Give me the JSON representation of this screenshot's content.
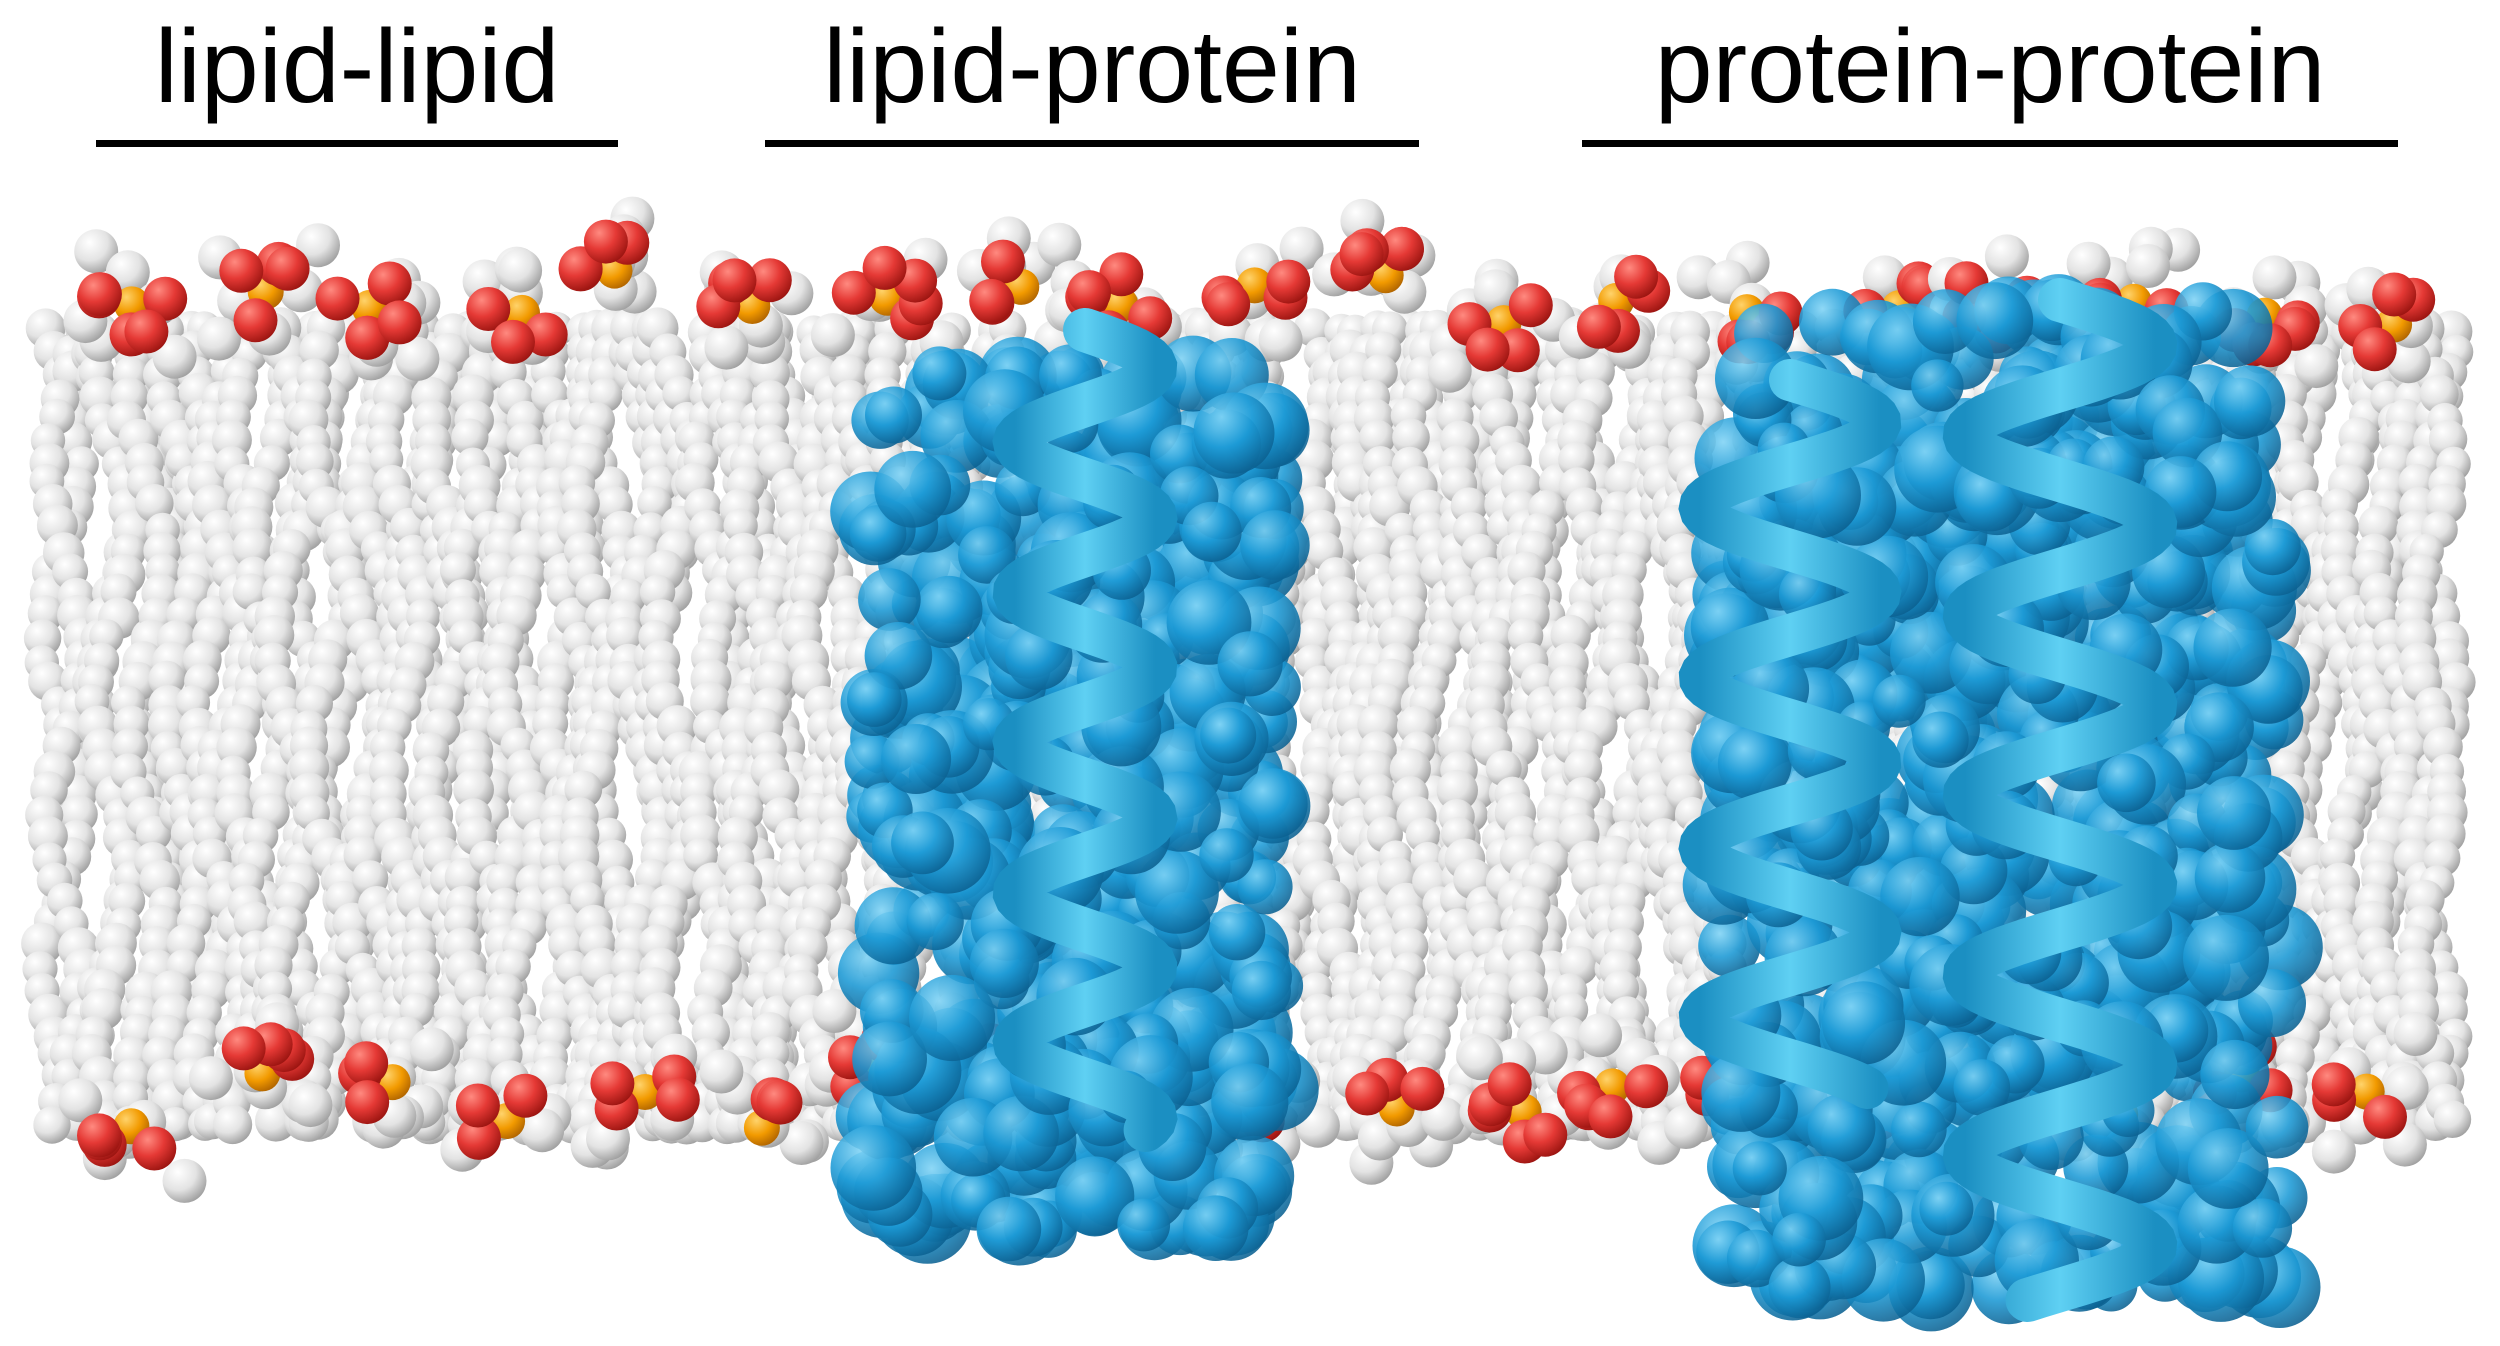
{
  "labels": {
    "lipid_lipid": "lipid-lipid",
    "lipid_protein": "lipid-protein",
    "protein_protein": "protein-protein"
  },
  "colors": {
    "background": "#ffffff",
    "text": "#000000",
    "lipid_tail": "#d9d9d9",
    "phosphate_oxygen": "#e23a33",
    "phosphorus": "#f2a000",
    "nitrogen": "#2a2aa6",
    "protein_surface": "#1a9ad6",
    "protein_helix": "#38bde8"
  },
  "scene": {
    "subject": "lipid bilayer membrane with transmembrane protein helices",
    "regions": [
      "lipid-lipid",
      "lipid-protein",
      "protein-protein"
    ]
  }
}
